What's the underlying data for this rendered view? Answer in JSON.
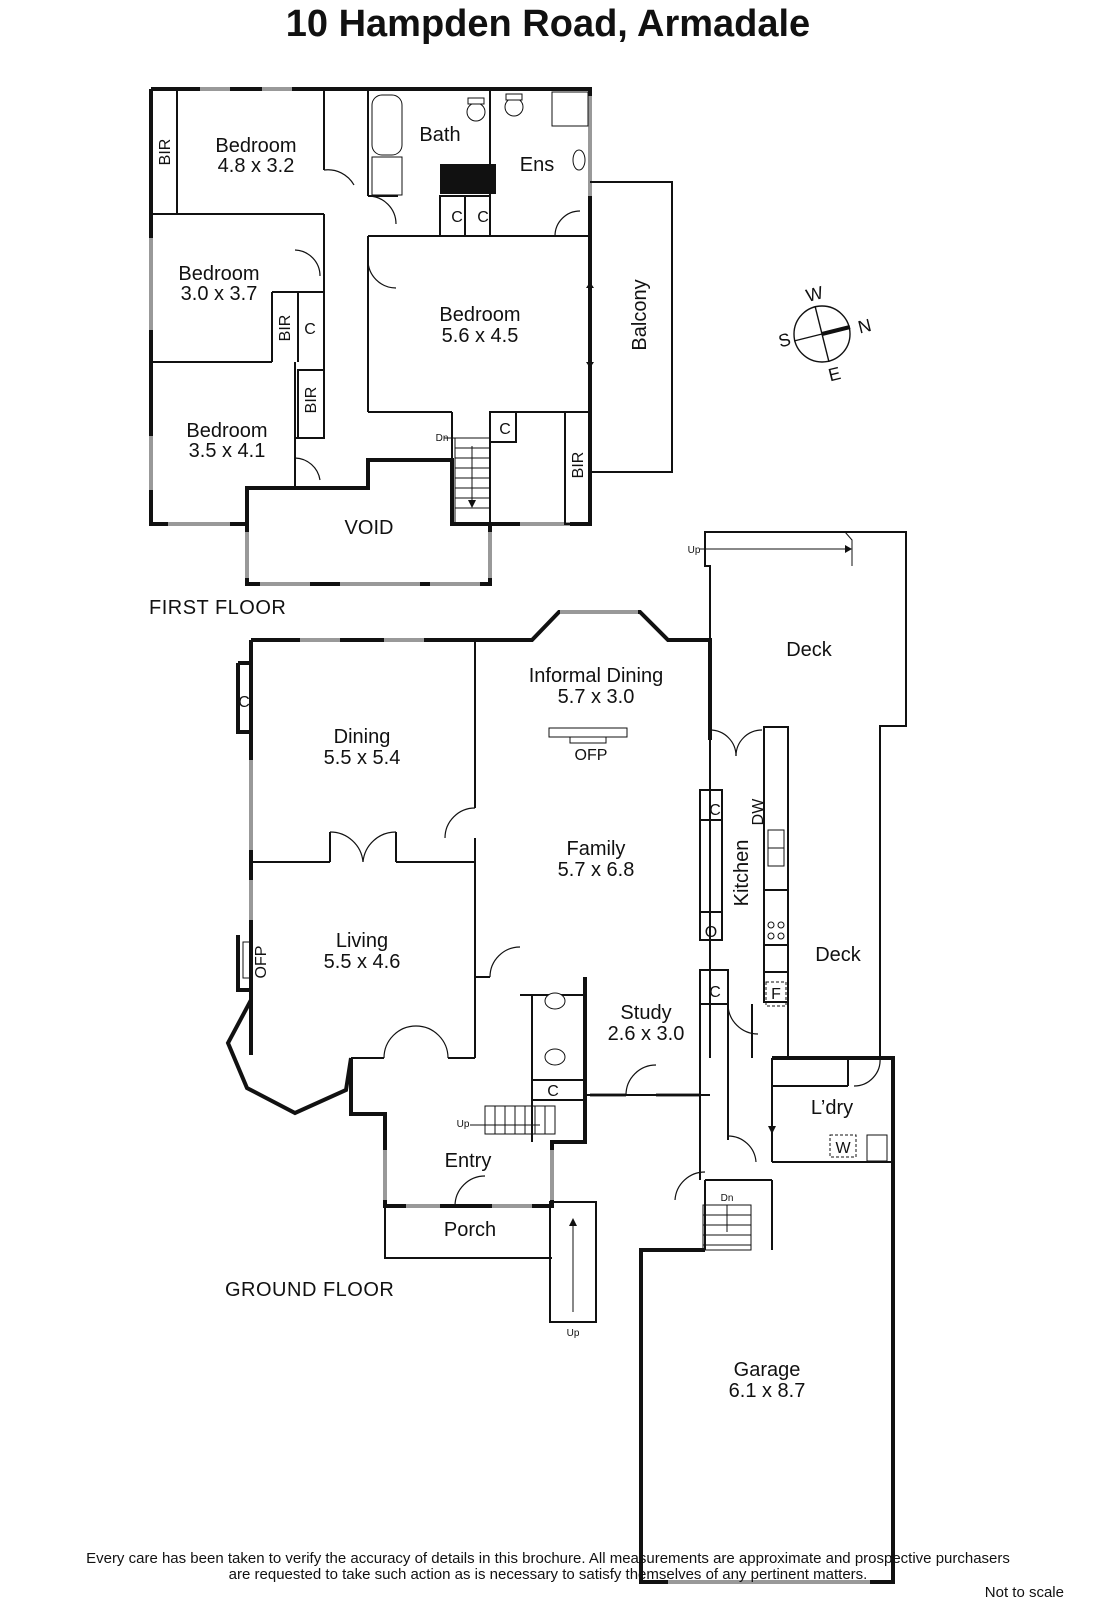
{
  "title": "10 Hampden Road, Armadale",
  "floors": {
    "first": "FIRST FLOOR",
    "ground": "GROUND FLOOR"
  },
  "first_floor": {
    "bedroom1": {
      "name": "Bedroom",
      "dims": "4.8 x 3.2"
    },
    "bedroom2": {
      "name": "Bedroom",
      "dims": "3.0 x 3.7"
    },
    "bedroom3": {
      "name": "Bedroom",
      "dims": "3.5 x 4.1"
    },
    "master": {
      "name": "Bedroom",
      "dims": "5.6 x 4.5"
    },
    "bath": "Bath",
    "ens": "Ens",
    "balcony": "Balcony",
    "void": "VOID",
    "bir": "BIR",
    "cupboard": "C",
    "dn": "Dn"
  },
  "ground_floor": {
    "informal_dining": {
      "name": "Informal Dining",
      "dims": "5.7 x 3.0"
    },
    "dining": {
      "name": "Dining",
      "dims": "5.5 x 5.4"
    },
    "family": {
      "name": "Family",
      "dims": "5.7 x 6.8"
    },
    "living": {
      "name": "Living",
      "dims": "5.5 x 4.6"
    },
    "study": {
      "name": "Study",
      "dims": "2.6 x 3.0"
    },
    "garage": {
      "name": "Garage",
      "dims": "6.1 x 8.7"
    },
    "kitchen": "Kitchen",
    "deck": "Deck",
    "laundry": "L’dry",
    "entry": "Entry",
    "porch": "Porch",
    "ofp": "OFP",
    "dw": "DW",
    "oven": "O",
    "fridge": "F",
    "washer": "W",
    "cupboard": "C",
    "up": "Up",
    "dn": "Dn"
  },
  "compass": {
    "n": "N",
    "s": "S",
    "e": "E",
    "w": "W"
  },
  "disclaimer": {
    "line1": "Every care has been taken to verify the accuracy of details in this brochure.  All measurements are approximate and prospective purchasers",
    "line2": "are requested to take such action as is necessary to satisfy themselves of any pertinent matters.",
    "scale": "Not to scale"
  }
}
